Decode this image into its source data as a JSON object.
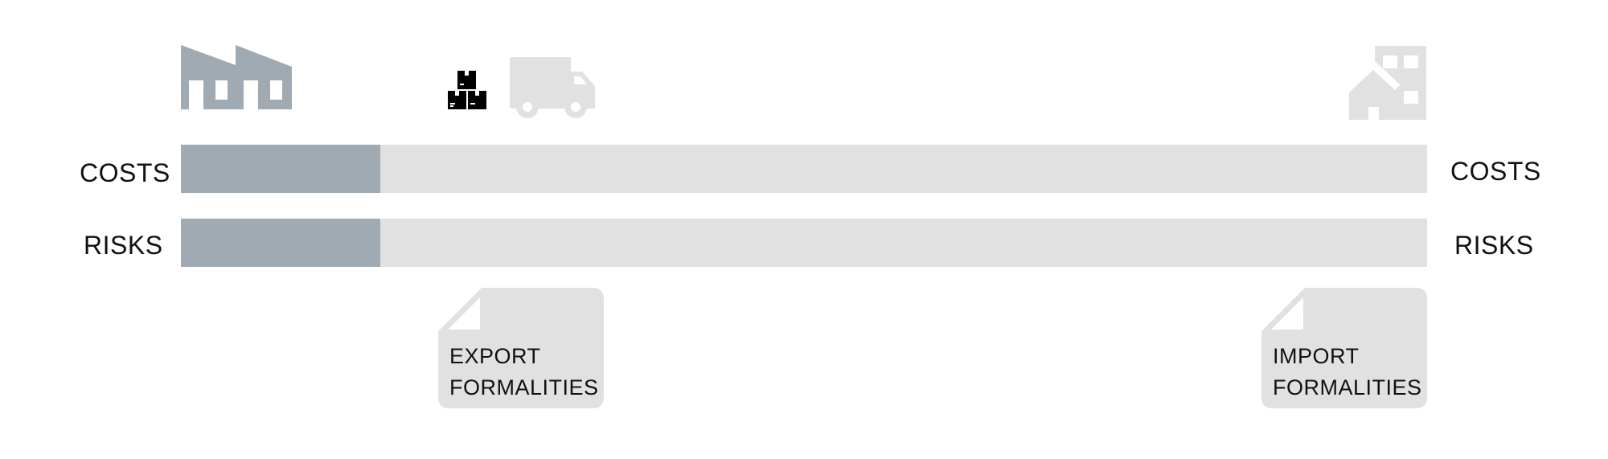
{
  "labels": {
    "left": {
      "costs": "COSTS",
      "risks": "RISKS"
    },
    "right": {
      "costs": "COSTS",
      "risks": "RISKS"
    }
  },
  "bars": {
    "costs_seller_share": 0.16,
    "risks_seller_share": 0.16
  },
  "documents": {
    "export": {
      "line1": "EXPORT",
      "line2": "FORMALITIES"
    },
    "import": {
      "line1": "IMPORT",
      "line2": "FORMALITIES"
    }
  },
  "icons": {
    "seller": "factory-icon",
    "goods": "boxes-icon",
    "transport": "truck-icon",
    "buyer": "buildings-icon"
  },
  "colors": {
    "seller_fill": "#a0aab2",
    "bar_background": "#e1e1e1",
    "document": "#e1e1e1",
    "boxes": "#000000",
    "text": "#111111"
  }
}
